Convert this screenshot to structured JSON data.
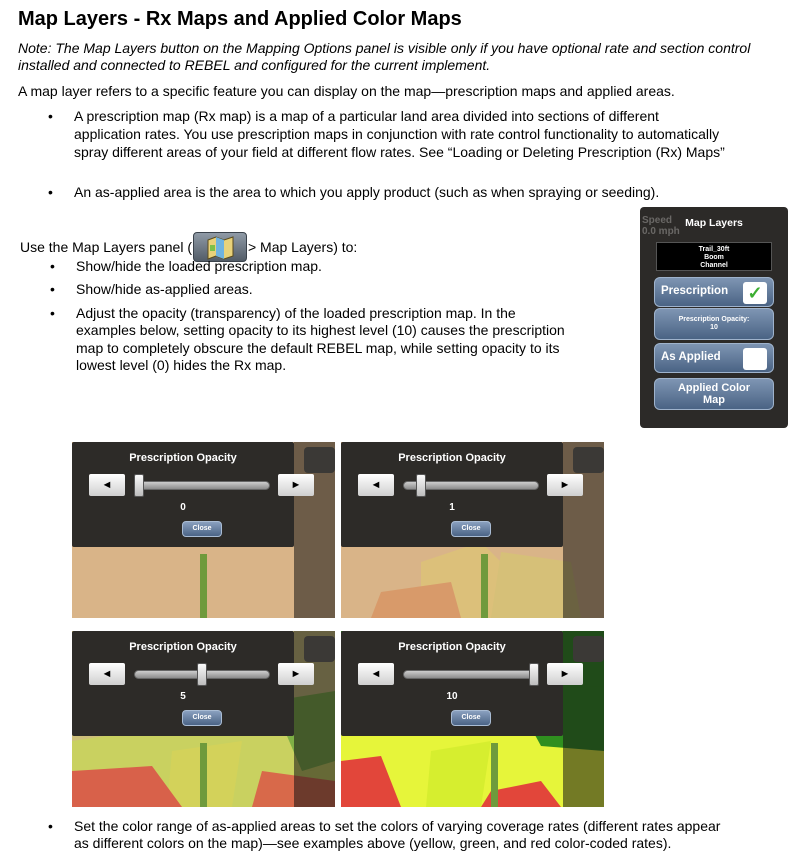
{
  "title": "Map Layers - Rx Maps and Applied Color Maps",
  "note": "Note: The Map Layers button on the Mapping Options panel is visible only if you have optional rate and section control installed and connected to REBEL and configured for the current implement.",
  "intro": "A map layer refers to a specific feature you can display on the map—prescription maps and applied areas.",
  "top_bullets": [
    {
      "line1": "A prescription map (Rx map) is a map of a particular land area divided into sections of different",
      "line2": "application rates. You use prescription maps in conjunction with rate control functionality to automatically",
      "line3": "spray different areas of your field at different flow rates. See “Loading or Deleting Prescription (Rx) Maps”"
    },
    {
      "line1": "An as-applied area is the area to which you apply product (such as when spraying or seeding)."
    }
  ],
  "use_line": {
    "pre": "Use the Map Layers panel (",
    "post": "> Map Layers) to:",
    "icon": "map-layers-icon"
  },
  "use_bullets": [
    {
      "lines": [
        "Show/hide the loaded prescription map."
      ]
    },
    {
      "lines": [
        "Show/hide as-applied areas."
      ]
    },
    {
      "lines": [
        "Adjust the opacity (transparency) of the loaded prescription map. In the",
        "examples below, setting opacity to its highest level (10) causes the prescription",
        "map to completely obscure the default REBEL map, while setting opacity to its",
        "lowest level (0) hides the Rx map."
      ]
    }
  ],
  "final_bullet": {
    "line1": "Set the color range of as-applied areas to set the colors of varying coverage rates (different rates appear",
    "line2": "as different colors on the map)—see examples above (yellow, green, and red color-coded rates)."
  },
  "panel": {
    "speed_label": "Speed",
    "speed_value": "0.0 mph",
    "title": "Map Layers",
    "channel": [
      "Trail_30ft",
      "Boom",
      "Channel"
    ],
    "prescription_label": "Prescription",
    "prescription_checked": true,
    "opacity_label": "Prescription Opacity:",
    "opacity_value": "10",
    "as_applied_label": "As Applied",
    "as_applied_checked": false,
    "applied_color_label": [
      "Applied Color",
      "Map"
    ]
  },
  "shots": [
    {
      "title": "Prescription Opacity",
      "value": "0",
      "level": 0,
      "close": "Close",
      "left_arrow": "◄",
      "right_arrow": "►"
    },
    {
      "title": "Prescription Opacity",
      "value": "1",
      "level": 1,
      "close": "Close",
      "left_arrow": "◄",
      "right_arrow": "►"
    },
    {
      "title": "Prescription Opacity",
      "value": "5",
      "level": 5,
      "close": "Close",
      "left_arrow": "◄",
      "right_arrow": "►"
    },
    {
      "title": "Prescription Opacity",
      "value": "10",
      "level": 10,
      "close": "Close",
      "left_arrow": "◄",
      "right_arrow": "►"
    }
  ],
  "colors": {
    "panel_bg": "#2c2a28",
    "button_blue": "#5b7496",
    "check_green": "#3cae32",
    "field_tan": "#d9b488",
    "rx_yellow": "#e6f53a",
    "rx_green": "#2f8f1f",
    "rx_red": "#e2463a"
  }
}
